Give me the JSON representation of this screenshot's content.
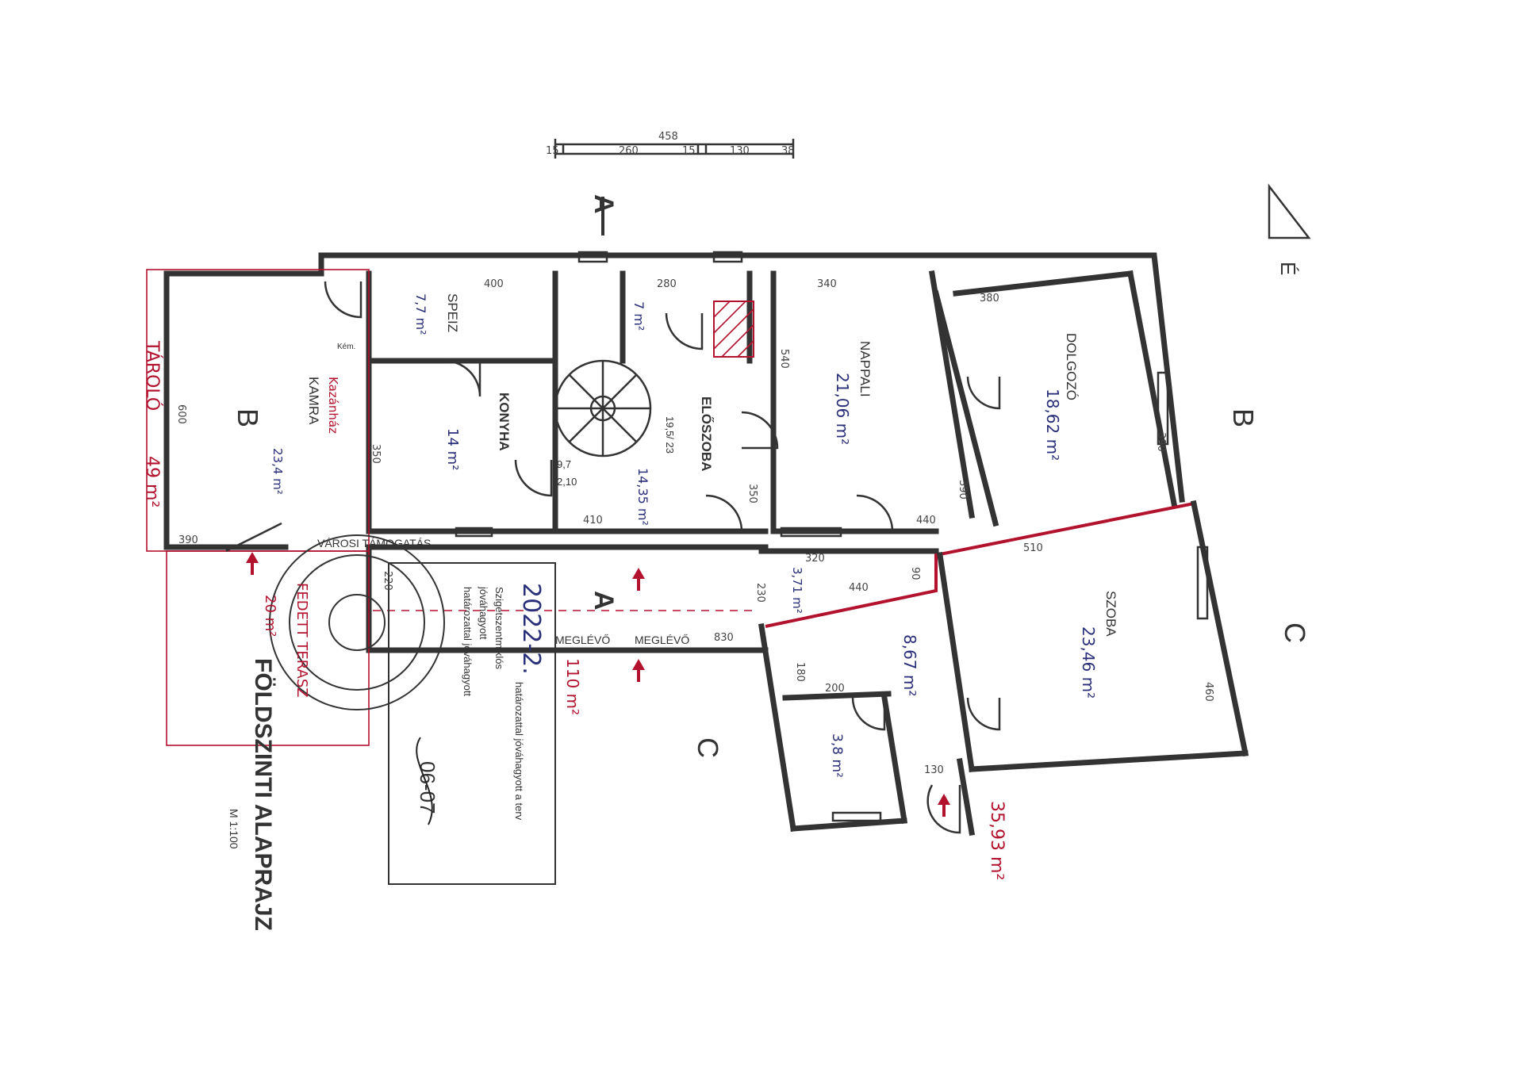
{
  "title": {
    "main": "FÖLDSZINTI ALAPRAJZ",
    "scale": "M 1:100"
  },
  "scale_bar": {
    "total": "458",
    "seg1": "15",
    "seg2": "260",
    "seg3": "15",
    "seg4": "130",
    "seg5": "38"
  },
  "section_markers": {
    "a_top": "A",
    "a_bottom": "A",
    "b_left": "B",
    "b_right": "B",
    "c_right": "C",
    "c_bottom": "C",
    "north": "É"
  },
  "rooms": {
    "speiz": {
      "name": "SPEIZ",
      "area": "7,7 m²"
    },
    "wc": {
      "area": "7 m²"
    },
    "konyha": {
      "name": "KONYHA",
      "area": "14 m²"
    },
    "eloszoba": {
      "name": "ELŐSZOBA",
      "area": "14,35 m²"
    },
    "nappali": {
      "name": "NAPPALI",
      "area": "21,06 m²"
    },
    "dolgozo": {
      "name": "DOLGOZÓ",
      "area": "18,62 m²"
    },
    "szoba": {
      "name": "SZOBA",
      "area": "23,46 m²"
    },
    "kamra": {
      "name": "KAMRA",
      "note": "Kazánház",
      "area": "23,4 m²"
    },
    "hall_small": {
      "area": "3,71 m²"
    },
    "room_mid": {
      "area": "8,67 m²"
    },
    "room_small": {
      "area": "3,8 m²"
    },
    "tarolo": {
      "name": "TÁROLÓ",
      "area": "49 m²"
    },
    "terasz": {
      "name": "FEDETT TERASZ",
      "area": "20 m²"
    },
    "meglevo_area": "110 m²",
    "extension_area": "35,93 m²"
  },
  "labels": {
    "meglevo1": "MEGLÉVŐ",
    "meglevo2": "MEGLÉVŐ",
    "stair1": "19,5/ 23",
    "stair2": "9,7",
    "stair3": "2,10",
    "kemeny": "Kém."
  },
  "dimensions": {
    "d400": "400",
    "d280": "280",
    "d340": "340",
    "d380": "380",
    "d540": "540",
    "d600": "600",
    "d350a": "350",
    "d350b": "350",
    "d410": "410",
    "d440": "440",
    "d390": "390",
    "d390b": "390",
    "d320": "320",
    "d510": "510",
    "d230": "230",
    "d830": "830",
    "d460": "460",
    "d180": "180",
    "d200": "200",
    "d130": "130",
    "d220": "220",
    "d90": "90",
    "d440b": "440"
  },
  "approval": {
    "line1": "határozattal jóváhagyott",
    "line2": "jóváhagyott",
    "line3": "Szigetszentmiklós",
    "line4": "határozattal jóváhagyott a terv",
    "number": "2022-2.",
    "date": "06-07",
    "stamp_text": "VÁROSI TÁMOGATÁS"
  },
  "colors": {
    "wall": "#333333",
    "annotation_red": "#b3122e",
    "annotation_blue": "#2a2f7a"
  }
}
